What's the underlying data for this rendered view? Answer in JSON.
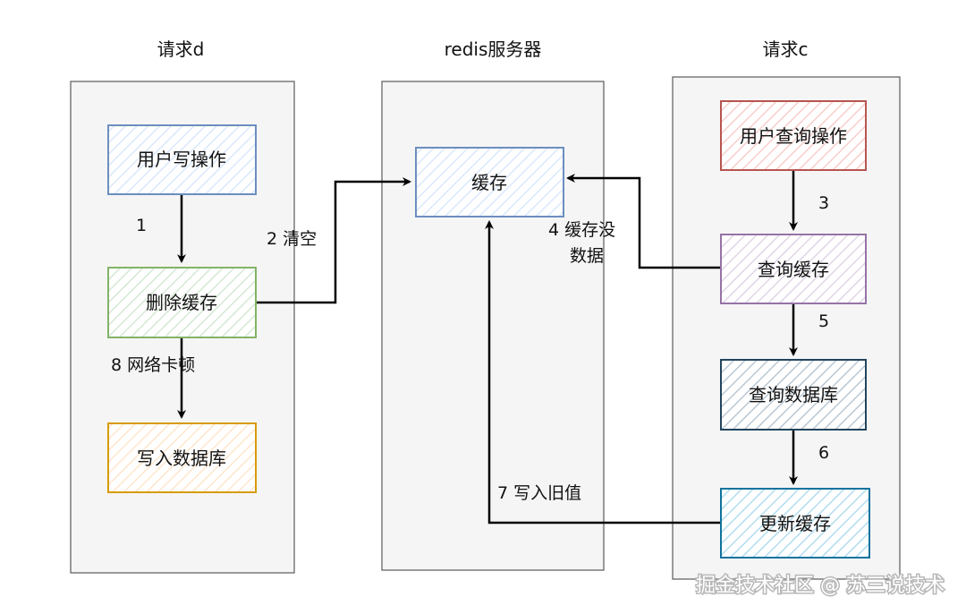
{
  "colors": {
    "lane_fill": "#f5f5f5",
    "lane_stroke": "#666666",
    "blue_stroke": "#6c8ebf",
    "blue_fill": "#dae8fc",
    "green_stroke": "#82b366",
    "green_fill": "#d5e8d4",
    "orange_stroke": "#d79b00",
    "orange_fill": "#ffe6cc",
    "red_stroke": "#b85450",
    "red_fill": "#f8cecc",
    "purple_stroke": "#9673a6",
    "purple_fill": "#e1d5e7",
    "dark_stroke": "#23445d",
    "dark_fill": "#bac8d3",
    "teal_stroke": "#10739e",
    "teal_fill": "#b1ddf0"
  },
  "lanes": {
    "left": {
      "title": "请求d"
    },
    "middle": {
      "title": "redis服务器"
    },
    "right": {
      "title": "请求c"
    }
  },
  "nodes": {
    "user_write": "用户写操作",
    "delete_cache": "删除缓存",
    "write_db": "写入数据库",
    "cache": "缓存",
    "user_query": "用户查询操作",
    "query_cache": "查询缓存",
    "query_db": "查询数据库",
    "update_cache": "更新缓存"
  },
  "edges": {
    "e1": "1",
    "e2": "2 清空",
    "e3": "3",
    "e4_line1": "4  缓存没",
    "e4_line2": "数据",
    "e5": "5",
    "e6": "6",
    "e7": "7  写入旧值",
    "e8": "8  网络卡顿"
  },
  "watermark": {
    "text": "掘金技术社区 @ 苏三说技术"
  }
}
